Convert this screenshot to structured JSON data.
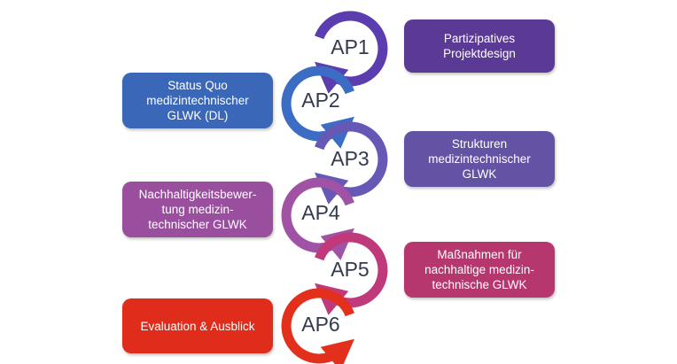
{
  "steps": [
    {
      "id": "AP1",
      "label": "Partizipatives\nProjektdesign",
      "color": "#5b3a96",
      "side": "right"
    },
    {
      "id": "AP2",
      "label": "Status Quo\nmedizintechnischer\nGLWK (DL)",
      "color": "#3a67b8",
      "side": "left"
    },
    {
      "id": "AP3",
      "label": "Strukturen\nmedizintechnischer\nGLWK",
      "color": "#6452a4",
      "side": "right"
    },
    {
      "id": "AP4",
      "label": "Nachhaltigkeitsbewer-\ntung medizin-\ntechnischer GLWK",
      "color": "#9a4e9e",
      "side": "left"
    },
    {
      "id": "AP5",
      "label": "Maßnahmen für\nnachhaltige medizin-\ntechnische GLWK",
      "color": "#b5376e",
      "side": "right"
    },
    {
      "id": "AP6",
      "label": "Evaluation & Ausblick",
      "color": "#e02c1a",
      "side": "left"
    }
  ],
  "arrow_colors": [
    "#5b3db0",
    "#3d6cc4",
    "#6659b5",
    "#a052a4",
    "#c0397a",
    "#e3301c"
  ]
}
